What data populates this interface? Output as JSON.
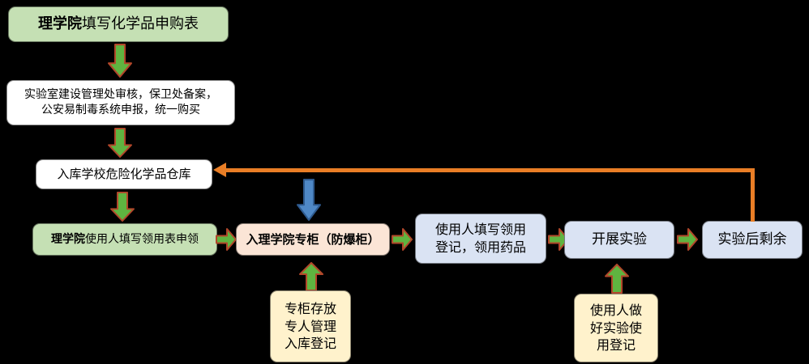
{
  "colors": {
    "bg": "#000000",
    "green-box": "#c5e0b4",
    "white-box": "#ffffff",
    "peach-box": "#fbe5d6",
    "blue-box": "#dae3f3",
    "yellow-box": "#fff2cc",
    "arrow-green": "#5fb440",
    "arrow-green-stroke": "#b2472a",
    "arrow-blue": "#4f88c6",
    "arrow-blue-stroke": "#2e5a8f",
    "orange": "#e97e26",
    "text": "#000000"
  },
  "flow": {
    "step1": {
      "prefix": "理学院",
      "text": "填写化学品申购表"
    },
    "step2": {
      "line1": "实验室建设管理处审核，保卫处备案，",
      "line2": "公安易制毒系统申报，统一购买"
    },
    "step3": {
      "text": "入库学校危险化学品仓库"
    },
    "step4": {
      "prefix": "理学院",
      "text": "使用人填写领用表申领"
    },
    "step5": {
      "text": "入理学院专柜（防爆柜）"
    },
    "step6": {
      "line1": "使用人填写领用",
      "line2": "登记，领用药品"
    },
    "step7": {
      "text": "开展实验"
    },
    "step8": {
      "text": "实验后剩余"
    },
    "note_cabinet": {
      "line1": "专柜存放",
      "line2": "专人管理",
      "line3": "入库登记"
    },
    "note_usage": {
      "line1": "使用人做",
      "line2": "好实验使",
      "line3": "用登记"
    }
  }
}
